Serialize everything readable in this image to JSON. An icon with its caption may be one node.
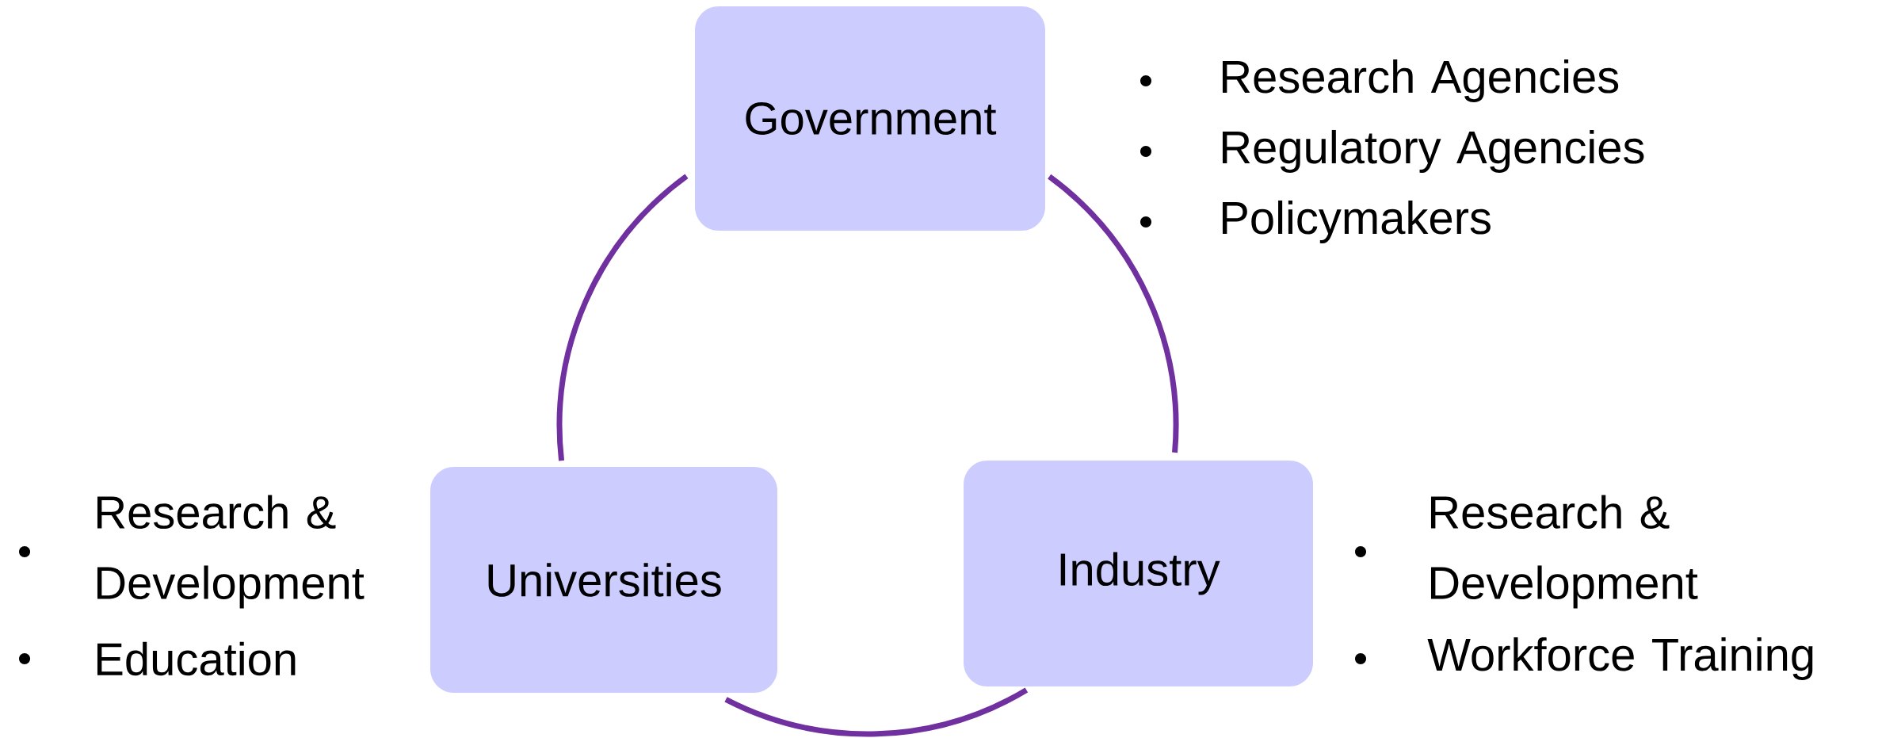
{
  "diagram": {
    "nodes": [
      {
        "text": [
          "Government"
        ],
        "beside": [
          "Research Agencies",
          "Regulatory Agencies",
          "Policymakers"
        ]
      },
      {
        "text": [
          "Universities"
        ],
        "beside": [
          "Research & Development",
          "Education"
        ]
      },
      {
        "text": [
          "Industry"
        ],
        "beside": [
          "Research & Development",
          "Workforce Training"
        ]
      }
    ],
    "edges": [
      {
        "from": 0,
        "to": 1,
        "arrow": "none"
      },
      {
        "from": 0,
        "to": 2,
        "arrow": "none"
      },
      {
        "from": 1,
        "to": 2,
        "arrow": "none"
      }
    ]
  }
}
